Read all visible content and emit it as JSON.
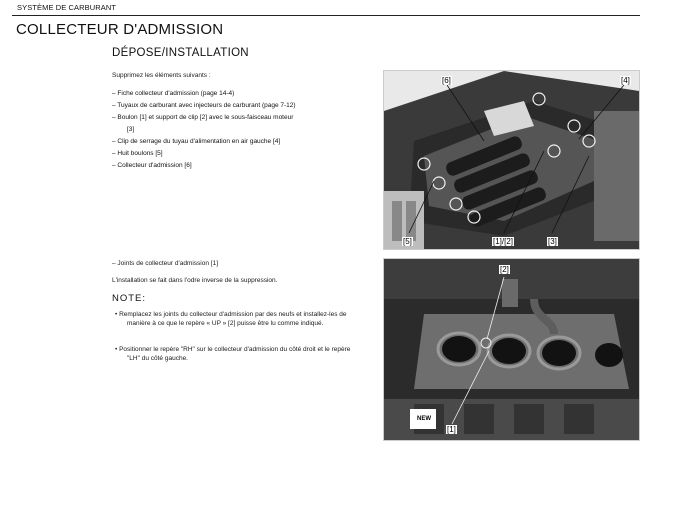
{
  "header": {
    "section": "SYSTÈME DE CARBURANT"
  },
  "page_title": "COLLECTEUR D'ADMISSION",
  "section_title": "DÉPOSE/INSTALLATION",
  "intro": "Supprimez les éléments suivants :",
  "removal_list": [
    {
      "text": "– Fiche collecteur d'admission (page 14-4)"
    },
    {
      "text": "– Tuyaux de carburant avec injecteurs de carburant (page 7-12)"
    },
    {
      "text": "– Boulon [1] et support de clip [2] avec le sous-faisceau moteur",
      "sub": "[3]"
    },
    {
      "text": "– Clip de serrage du tuyau d'alimentation en air gauche [4]"
    },
    {
      "text": "– Huit boulons [5]"
    },
    {
      "text": "– Collecteur d'admission [6]"
    }
  ],
  "joints": "– Joints de collecteur d'admission [1]",
  "install": "L'installation se fait dans l'odre inverse de la suppression.",
  "note": {
    "title": "NOTE:",
    "item1_line1": "• Remplacez les joints du collecteur d'admission par des neufs et installez-les de",
    "item1_line2": "manière à ce que le repère « UP » [2] puisse être lu comme indiqué.",
    "item2_line1": "• Positionner le repère \"RH\" sur le collecteur d'admission du côté droit et le repère",
    "item2_line2": "\"LH\" du côté gauche."
  },
  "photo1_callouts": {
    "c6": "[6]",
    "c4": "[4]",
    "c5": "[5]",
    "c12": "[1]/[2]",
    "c3": "[3]"
  },
  "photo2_callouts": {
    "c2": "[2]",
    "c1": "[1]",
    "new_badge": "NEW"
  }
}
